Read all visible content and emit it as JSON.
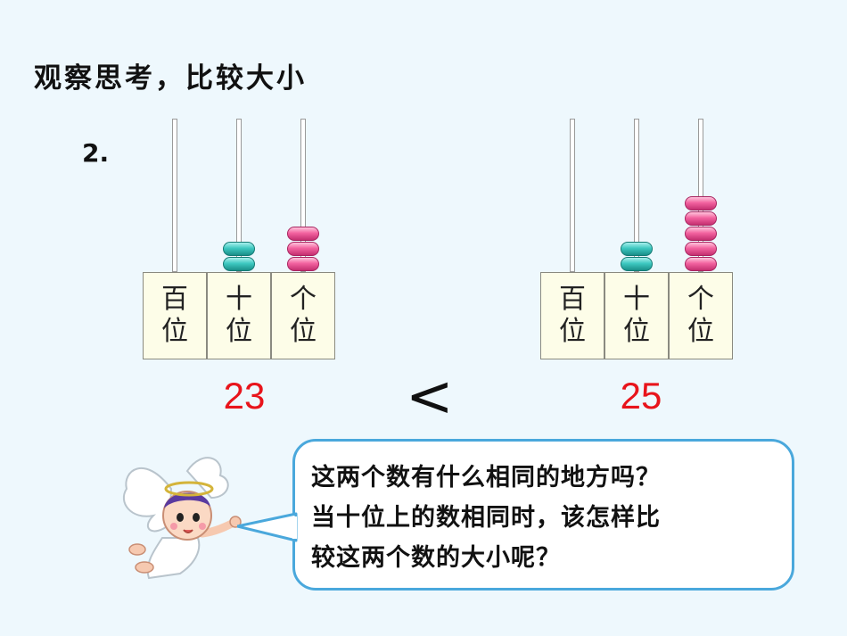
{
  "title": "观察思考，比较大小",
  "question_number": "2.",
  "place_labels": [
    {
      "top": "百",
      "bottom": "位"
    },
    {
      "top": "十",
      "bottom": "位"
    },
    {
      "top": "个",
      "bottom": "位"
    }
  ],
  "left_abacus": {
    "number": "23",
    "beads": {
      "hundreds": 0,
      "tens": 2,
      "ones": 3
    }
  },
  "right_abacus": {
    "number": "25",
    "beads": {
      "hundreds": 0,
      "tens": 2,
      "ones": 5
    }
  },
  "comparison_symbol": "<",
  "speech": {
    "line1": "这两个数有什么相同的地方吗？",
    "line2": "当十位上的数相同时，该怎样比",
    "line3": "较这两个数的大小呢？"
  },
  "colors": {
    "number": "#e8141b",
    "tens_bead": "#3ec8c0",
    "ones_bead": "#f2629f",
    "bubble_border": "#4aa8dc",
    "background": "#eef8fd"
  }
}
